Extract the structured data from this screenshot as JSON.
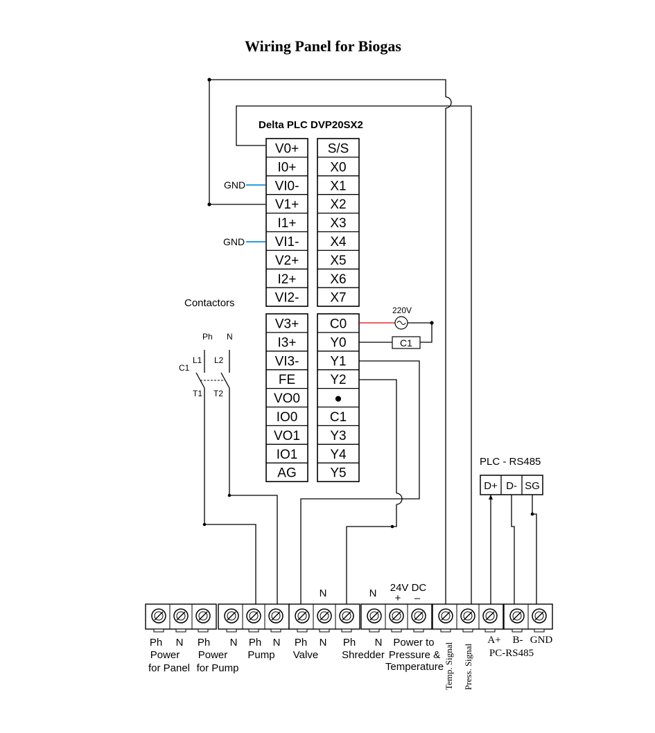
{
  "title": "Wiring Panel for Biogas",
  "plc": {
    "name": "Delta PLC DVP20SX2",
    "left_upper": [
      "V0+",
      "I0+",
      "VI0-",
      "V1+",
      "I1+",
      "VI1-",
      "V2+",
      "I2+",
      "VI2-"
    ],
    "right_upper": [
      "S/S",
      "X0",
      "X1",
      "X2",
      "X3",
      "X4",
      "X5",
      "X6",
      "X7"
    ],
    "left_lower": [
      "V3+",
      "I3+",
      "VI3-",
      "FE",
      "VO0",
      "IO0",
      "VO1",
      "IO1",
      "AG"
    ],
    "right_lower": [
      "C0",
      "Y0",
      "Y1",
      "Y2",
      "●",
      "C1",
      "Y3",
      "Y4",
      "Y5"
    ]
  },
  "gnd_labels": [
    "GND",
    "GND"
  ],
  "contactors": {
    "title": "Contactors",
    "ph": "Ph",
    "n": "N",
    "l1": "L1",
    "l2": "L2",
    "c1": "C1",
    "t1": "T1",
    "t2": "T2"
  },
  "coil": {
    "voltage": "220V",
    "label": "C1"
  },
  "rs485": {
    "title": "PLC - RS485",
    "terminals": [
      "D+",
      "D-",
      "SG"
    ]
  },
  "terminal_block": {
    "top_n_labels": [
      "N",
      "N"
    ],
    "dc_label": "24V DC",
    "dc_plus": "+",
    "dc_minus": "–",
    "bottom_labels": [
      "Ph",
      "N",
      "Ph",
      "N",
      "Ph",
      "N",
      "Ph",
      "N",
      "Ph",
      "N"
    ],
    "group_labels": {
      "power_panel_1": "Power",
      "power_panel_2": "for Panel",
      "power_pump_1": "Power",
      "power_pump_2": "for Pump",
      "pump": "Pump",
      "valve": "Valve",
      "shredder": "Shredder",
      "pressure_1": "Power to",
      "pressure_2": "Pressure &",
      "pressure_3": "Temperature"
    },
    "vertical_labels": [
      "Temp. Signal",
      "Press. Signal"
    ],
    "rs485_labels": [
      "A+",
      "B-",
      "GND"
    ],
    "pc_rs485": "PC-RS485"
  }
}
